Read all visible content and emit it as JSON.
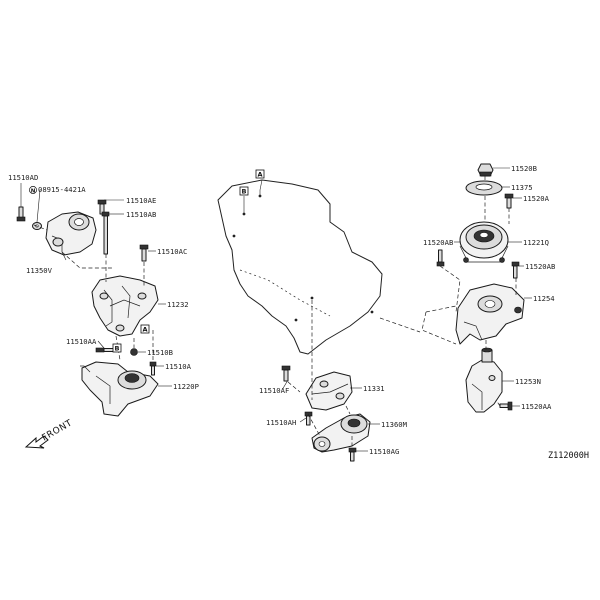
{
  "labels": {
    "p11510AD": "11510AD",
    "p08915": "08915-4421A",
    "p11510AE": "11510AE",
    "p11510AB": "11510AB",
    "p11350V": "11350V",
    "p11510AC": "11510AC",
    "p11232": "11232",
    "p11510AA": "11510AA",
    "p11510B": "11510B",
    "p11510A": "11510A",
    "p11220P": "11220P",
    "p11510AF": "11510AF",
    "p11331": "11331",
    "p11510AH": "11510AH",
    "p11360M": "11360M",
    "p11510AG": "11510AG",
    "p11520B": "11520B",
    "p11375": "11375",
    "p11520A": "11520A",
    "p11520AB": "11520AB",
    "p11221Q": "11221Q",
    "p11520AB_b": "11520AB",
    "p11254": "11254",
    "p11253N": "11253N",
    "p11520AA": "11520AA"
  },
  "refs": {
    "a_left": "A",
    "b_left": "B",
    "a_engine": "A",
    "b_engine": "B",
    "n_circle": "N"
  },
  "front_label": "FRONT",
  "diagram_code": "Z112000H"
}
